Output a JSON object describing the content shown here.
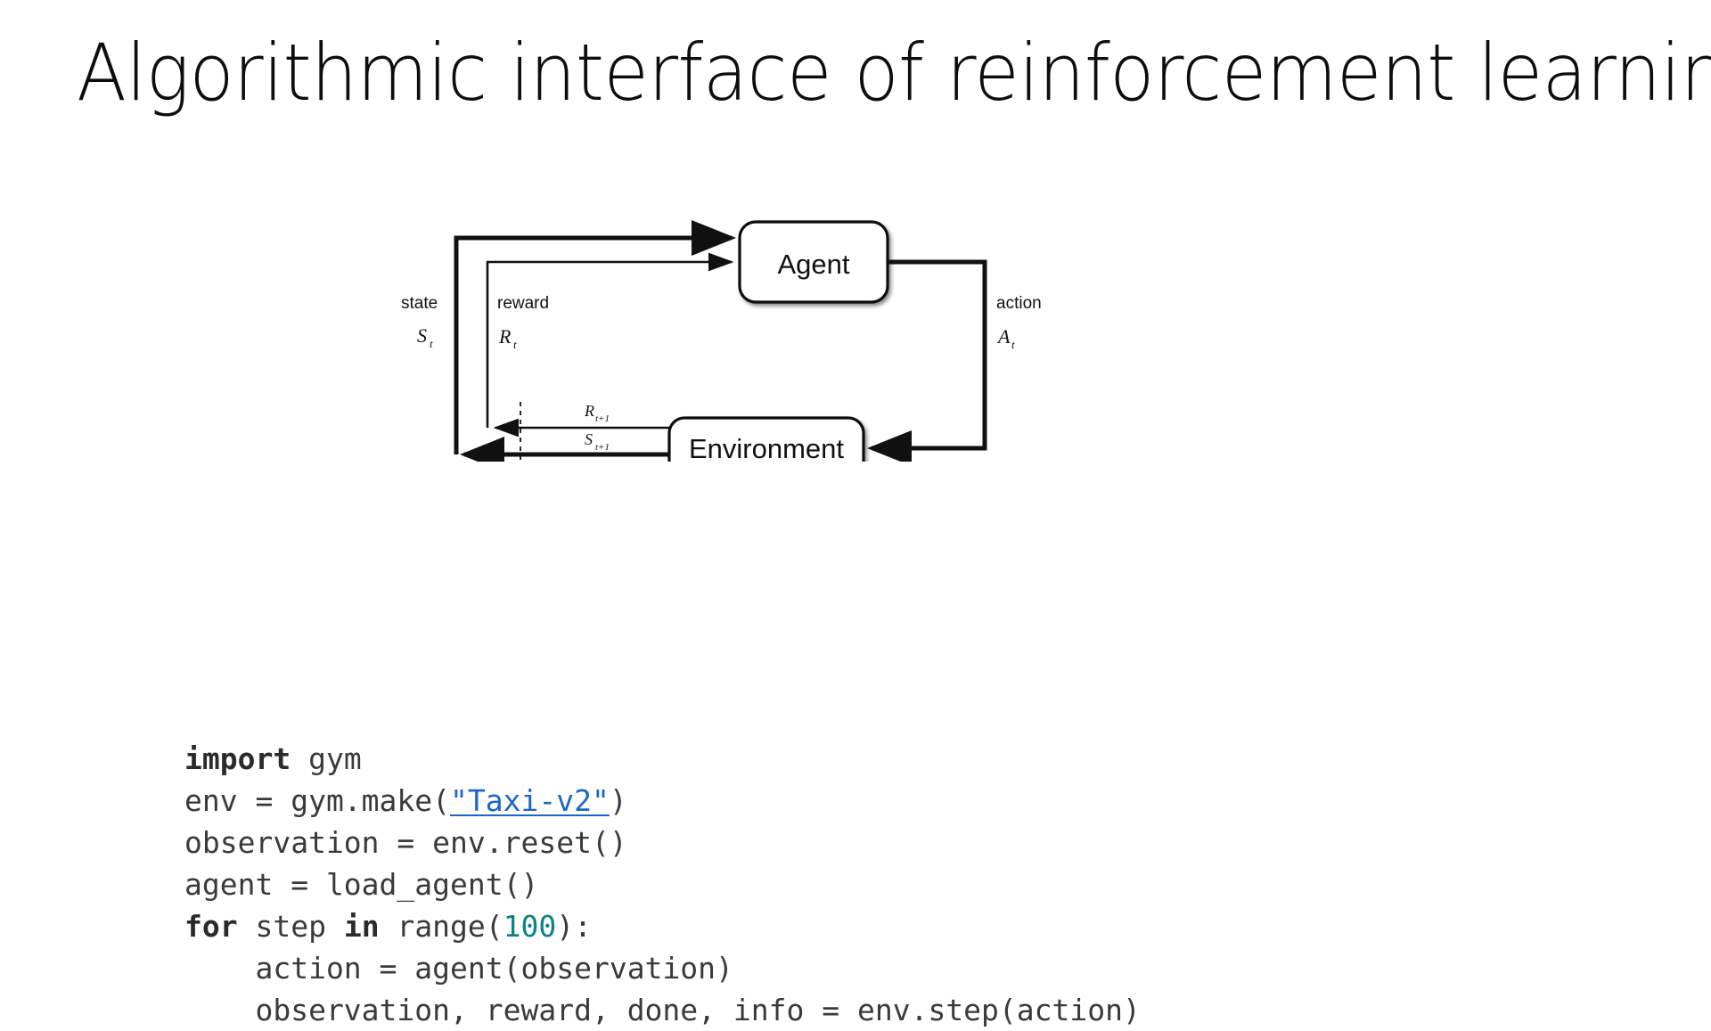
{
  "slide": {
    "title": "Algorithmic interface of reinforcement learning",
    "background_color": "#ffffff",
    "text_color": "#0d0d0d"
  },
  "diagram": {
    "name": "agent-environment-interaction-loop",
    "nodes": [
      {
        "id": "agent",
        "label": "Agent"
      },
      {
        "id": "environment",
        "label": "Environment"
      }
    ],
    "edge_labels": {
      "state_word": "state",
      "state_symbol": "S",
      "state_subscript": "t",
      "reward_word": "reward",
      "reward_symbol": "R",
      "reward_subscript": "t",
      "action_word": "action",
      "action_symbol": "A",
      "action_subscript": "t",
      "next_reward_symbol": "R",
      "next_reward_subscript": "t+1",
      "next_state_symbol": "S",
      "next_state_subscript": "t+1"
    },
    "line_color": "#111111"
  },
  "code": {
    "language": "python",
    "default_color": "#3a3a3a",
    "keyword_color": "#2b2b2b",
    "string_link_color": "#1a66cc",
    "number_color": "#0b8284",
    "lines": [
      {
        "id": "line-1",
        "text": "import gym",
        "tokens": [
          {
            "t": "import",
            "k": "kw"
          },
          {
            "t": " gym",
            "k": "plain"
          }
        ]
      },
      {
        "id": "line-2",
        "text": "env = gym.make(\"Taxi-v2\")",
        "tokens": [
          {
            "t": "env = gym.make(",
            "k": "plain"
          },
          {
            "t": "\"Taxi-v2\"",
            "k": "str"
          },
          {
            "t": ")",
            "k": "plain"
          }
        ]
      },
      {
        "id": "line-3",
        "text": "observation = env.reset()",
        "tokens": [
          {
            "t": "observation = env.reset()",
            "k": "plain"
          }
        ]
      },
      {
        "id": "line-4",
        "text": "agent = load_agent()",
        "tokens": [
          {
            "t": "agent = load_agent()",
            "k": "plain"
          }
        ]
      },
      {
        "id": "line-5",
        "text": "for step in range(100):",
        "tokens": [
          {
            "t": "for",
            "k": "kw"
          },
          {
            "t": " step ",
            "k": "plain"
          },
          {
            "t": "in",
            "k": "kw"
          },
          {
            "t": " range(",
            "k": "plain"
          },
          {
            "t": "100",
            "k": "num"
          },
          {
            "t": "):",
            "k": "plain"
          }
        ]
      },
      {
        "id": "line-6",
        "text": "    action = agent(observation)",
        "tokens": [
          {
            "t": "    action = agent(observation)",
            "k": "plain"
          }
        ]
      },
      {
        "id": "line-7",
        "text": "    observation, reward, done, info = env.step(action)",
        "tokens": [
          {
            "t": "    observation, reward, done, info = env.step(action)",
            "k": "plain"
          }
        ]
      }
    ]
  }
}
